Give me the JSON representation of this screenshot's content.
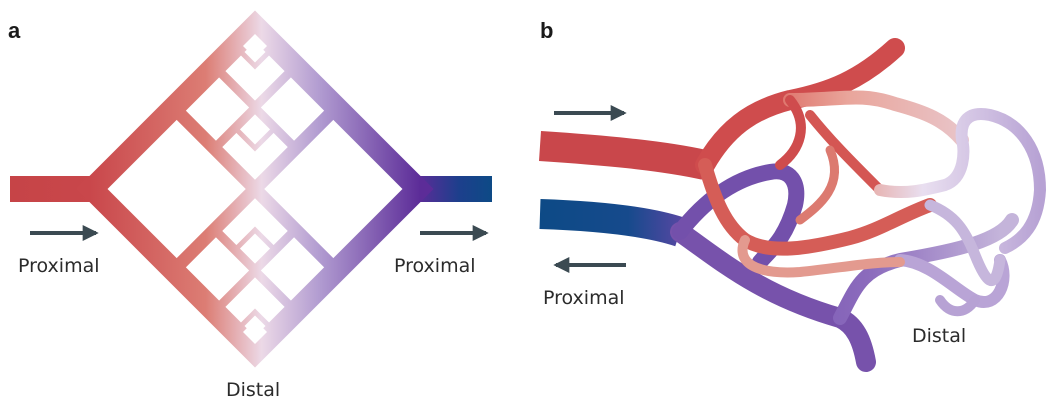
{
  "colors": {
    "arterial": "#c9474b",
    "arterial_light": "#e9a59b",
    "capillary_pale": "#e8dcef",
    "venous_light": "#c4b4da",
    "venous": "#7a55ad",
    "venous_deep": "#5c2c98",
    "outflow": "#0d4a86",
    "arrow": "#3b4a52"
  },
  "panel_a": {
    "letter": "a",
    "label_inflow": "Proximal",
    "label_outflow": "Proximal",
    "label_bottom": "Distal"
  },
  "panel_b": {
    "letter": "b",
    "label_outflow": "Proximal",
    "label_distal": "Distal"
  }
}
